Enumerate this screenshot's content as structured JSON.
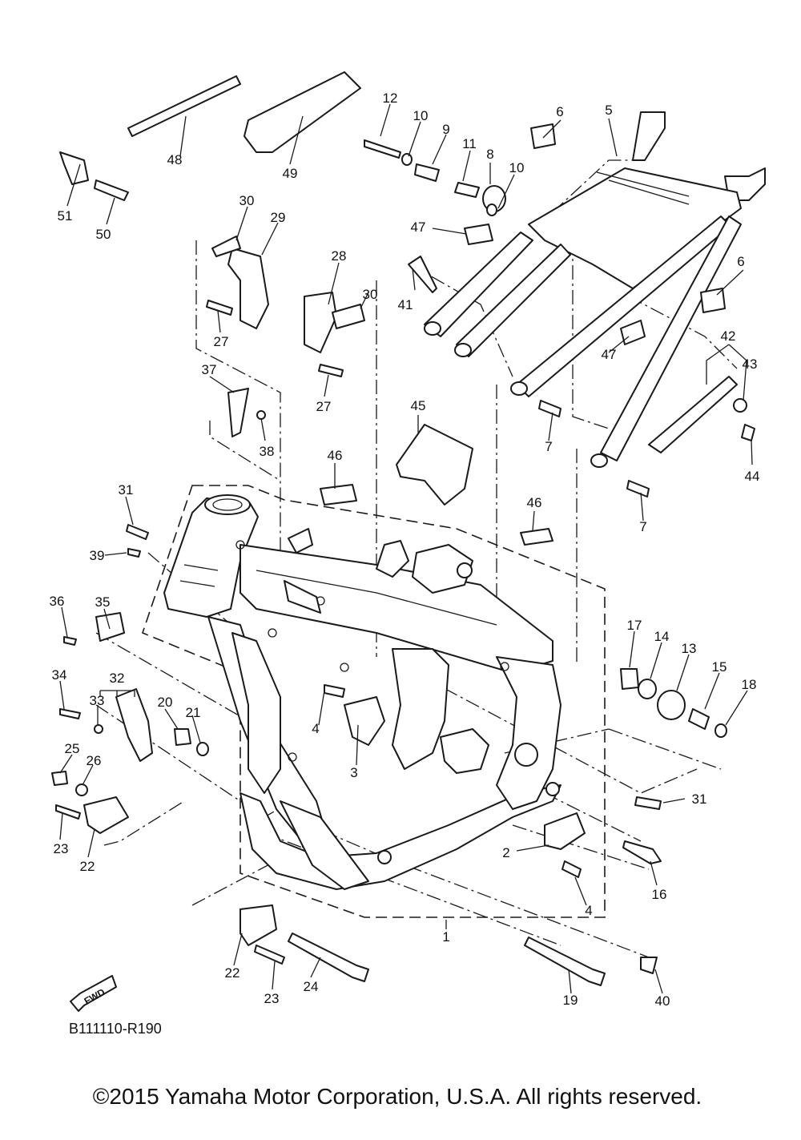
{
  "diagram": {
    "code": "B111110-R190",
    "copyright": "©2015 Yamaha Motor Corporation, U.S.A. All rights reserved.",
    "fwd_label": "FWD",
    "callouts": [
      "1",
      "2",
      "3",
      "4",
      "4",
      "5",
      "6",
      "6",
      "7",
      "7",
      "8",
      "9",
      "10",
      "10",
      "11",
      "12",
      "13",
      "14",
      "15",
      "16",
      "17",
      "18",
      "19",
      "20",
      "21",
      "22",
      "22",
      "23",
      "23",
      "24",
      "25",
      "26",
      "27",
      "27",
      "28",
      "29",
      "30",
      "30",
      "31",
      "31",
      "32",
      "33",
      "34",
      "35",
      "36",
      "37",
      "38",
      "39",
      "40",
      "41",
      "42",
      "43",
      "44",
      "45",
      "46",
      "46",
      "47",
      "47",
      "48",
      "49",
      "50",
      "51"
    ]
  }
}
